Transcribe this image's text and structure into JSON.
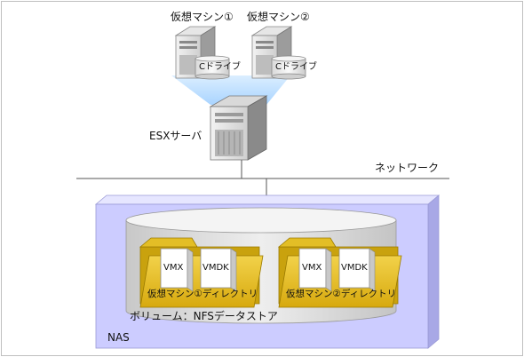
{
  "vm1": {
    "label": "仮想マシン①",
    "drive": "Cドライブ"
  },
  "vm2": {
    "label": "仮想マシン②",
    "drive": "Cドライブ"
  },
  "esx": {
    "label": "ESXサーバ"
  },
  "network": {
    "label": "ネットワーク"
  },
  "nas": {
    "label": "NAS",
    "volume_label": "ボリューム：NFSデータストア",
    "folders": [
      {
        "label": "仮想マシン①ディレクトリ",
        "files": [
          "VMX",
          "VMDK"
        ]
      },
      {
        "label": "仮想マシン②ディレクトリ",
        "files": [
          "VMX",
          "VMDK"
        ]
      }
    ]
  },
  "colors": {
    "nas_bg": "#ccccff",
    "folder": "#e8c21a",
    "volume": "#d9d9d9",
    "projection": "#cfe6ff"
  }
}
